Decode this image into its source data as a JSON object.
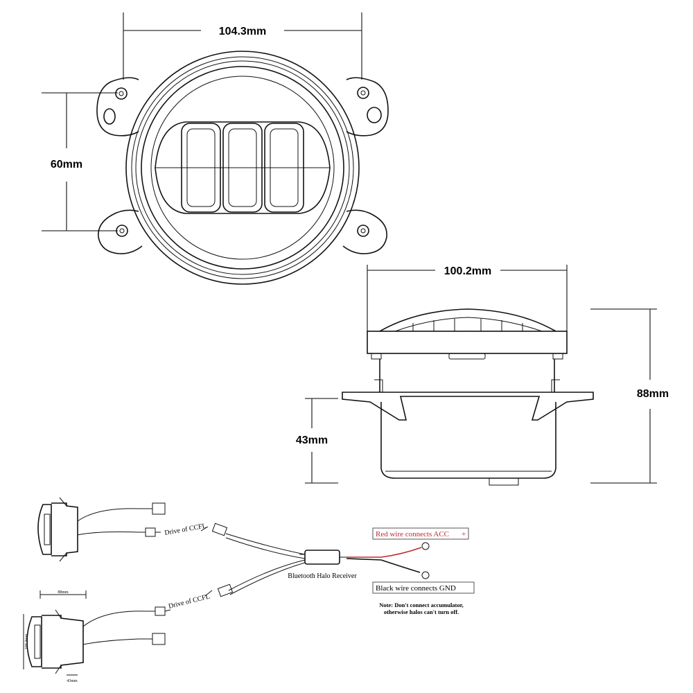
{
  "front_view": {
    "width_label": "104.3mm",
    "height_label": "60mm"
  },
  "side_view": {
    "width_label": "100.2mm",
    "total_depth_label": "88mm",
    "mount_depth_label": "43mm"
  },
  "wiring": {
    "drive_label_1": "Drive of CCFL",
    "drive_label_2": "Drive of CCFL",
    "receiver_label": "Bluetooth Halo Receiver",
    "red_wire_label": "Red wire connects ACC",
    "red_wire_mark": "+",
    "black_wire_label": "Black wire connects GND",
    "note_line_1": "Note: Don't connect accumulator,",
    "note_line_2": "otherwise halos can't turn off.",
    "mini_dim_top": "88mm",
    "mini_dim_side": "100.2mm",
    "mini_dim_bottom": "43mm"
  },
  "colors": {
    "red_wire": "#c0282d",
    "label_green": "#3a9a3a",
    "line": "#111111"
  }
}
